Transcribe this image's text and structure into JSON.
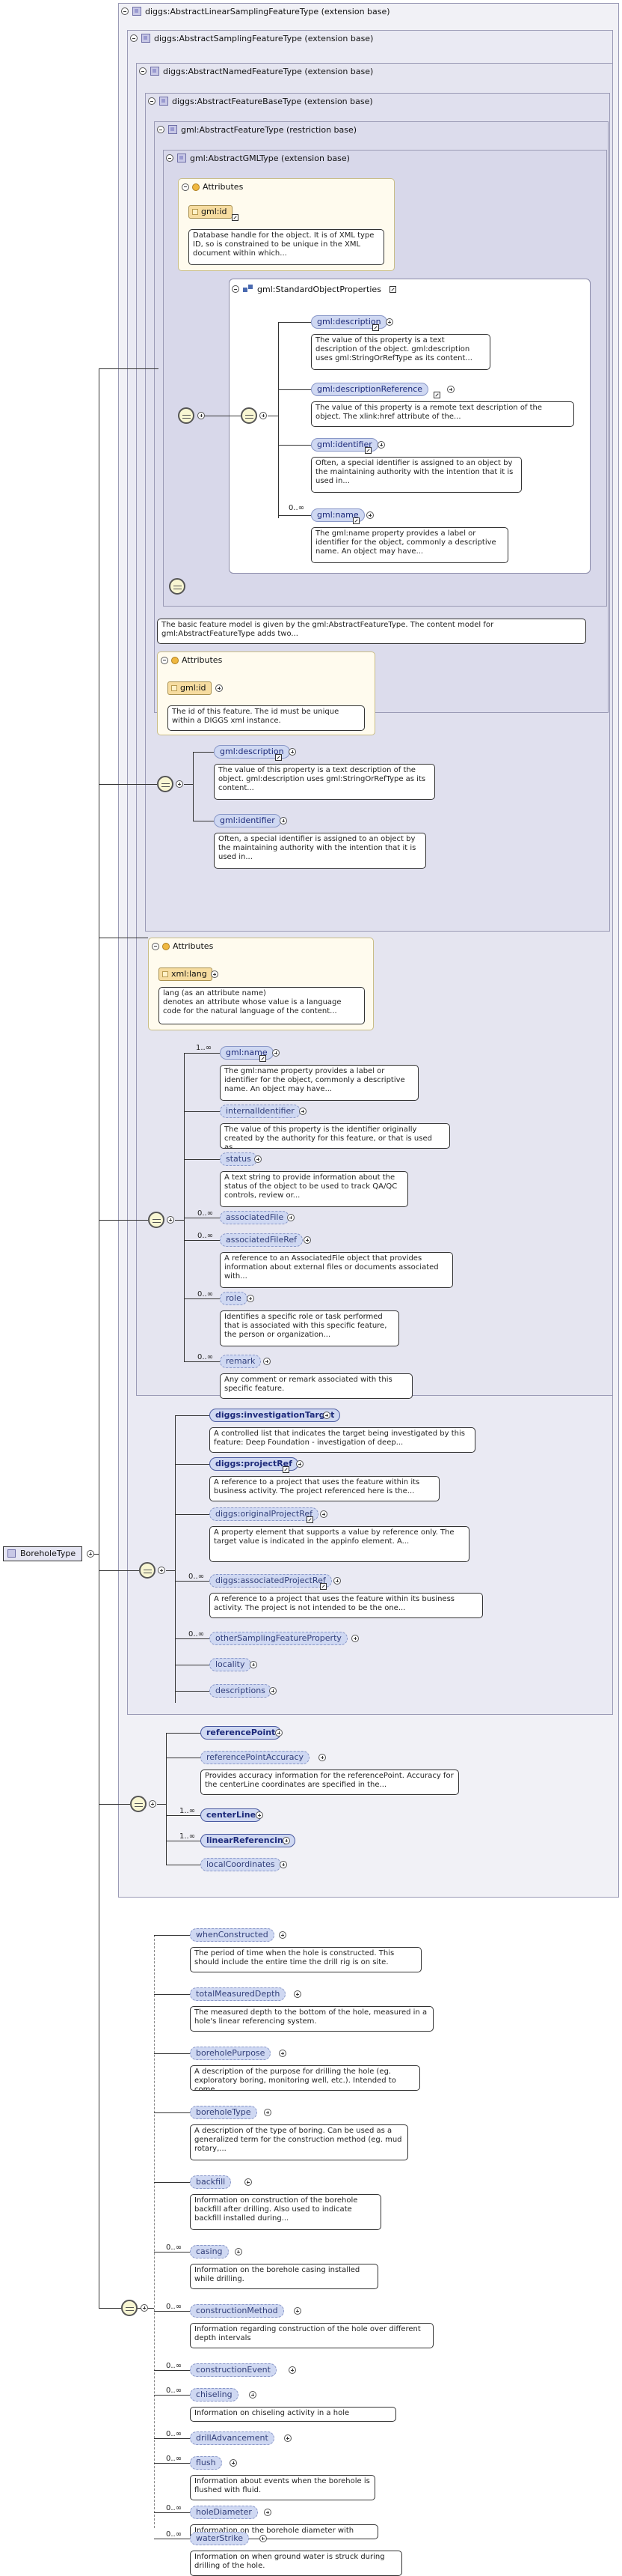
{
  "root": {
    "name": "BoreholeType"
  },
  "boxes": [
    "diggs:AbstractLinearSamplingFeatureType (extension base)",
    "diggs:AbstractSamplingFeatureType (extension base)",
    "diggs:AbstractNamedFeatureType (extension base)",
    "diggs:AbstractFeatureBaseType (extension base)",
    "gml:AbstractFeatureType (restriction base)",
    "gml:AbstractGMLType (extension base)",
    "gml:StandardObjectProperties"
  ],
  "attributes_label": "Attributes",
  "attrs": [
    {
      "name": "gml:id",
      "doc": "Database handle for the object. It is of XML type ID, so is constrained to be unique in the XML document within which..."
    },
    {
      "name": "gml:id",
      "doc": "The id of this feature. The id must be unique within a DIGGS xml instance."
    },
    {
      "name": "xml:lang",
      "doc": "lang (as an attribute name)\ndenotes an attribute whose value is a language code for the natural language of the content..."
    }
  ],
  "elements": [
    {
      "name": "gml:description",
      "doc": "The value of this property is a text description of the object. gml:description uses gml:StringOrRefType as its content..."
    },
    {
      "name": "gml:descriptionReference",
      "doc": "The value of this property is a remote text description of the object. The xlink:href attribute of the..."
    },
    {
      "name": "gml:identifier",
      "doc": "Often, a special identifier is assigned to an object by the maintaining authority with the intention that it is used in..."
    },
    {
      "name": "gml:name",
      "occ": "0..∞",
      "doc": "The gml:name property provides a label or identifier for the object, commonly a descriptive name. An object may have..."
    },
    {
      "name": "gml:description",
      "doc": "The value of this property is a text description of the object. gml:description uses gml:StringOrRefType as its content..."
    },
    {
      "name": "gml:identifier",
      "doc": "Often, a special identifier is assigned to an object by the maintaining authority with the intention that it is used in..."
    },
    {
      "name": "gml:name",
      "occ": "1..∞",
      "doc": "The gml:name property provides a label or identifier for the object, commonly a descriptive name. An object may have..."
    },
    {
      "name": "internalIdentifier",
      "doc": "The value of this property is the identifier originally created by the authority for this feature, or that is used as..."
    },
    {
      "name": "status",
      "doc": "A text string to provide information about the status of the object to be used to track QA/QC controls, review or..."
    },
    {
      "name": "associatedFile",
      "occ": "0..∞",
      "doc": ""
    },
    {
      "name": "associatedFileRef",
      "occ": "0..∞",
      "doc": "A reference to an AssociatedFile object that provides information about external files or documents associated with..."
    },
    {
      "name": "role",
      "occ": "0..∞",
      "doc": "Identifies a specific role or task performed that is associated with this specific feature, the person or organization..."
    },
    {
      "name": "remark",
      "occ": "0..∞",
      "doc": "Any comment or remark associated with this specific feature."
    },
    {
      "name": "diggs:investigationTarget",
      "doc": "A controlled list that indicates the target being investigated by this feature: Deep Foundation - investigation of deep..."
    },
    {
      "name": "diggs:projectRef",
      "doc": "A reference to a project that uses the feature within its business activity. The project referenced here is the..."
    },
    {
      "name": "diggs:originalProjectRef",
      "doc": "A property element that supports a value by reference only. The target value is indicated in the appinfo element. A..."
    },
    {
      "name": "diggs:associatedProjectRef",
      "occ": "0..∞",
      "doc": "A reference to a project that uses the feature within its business activity. The project is not intended to be the one..."
    },
    {
      "name": "otherSamplingFeatureProperty",
      "occ": "0..∞",
      "doc": ""
    },
    {
      "name": "locality",
      "doc": ""
    },
    {
      "name": "descriptions",
      "doc": ""
    },
    {
      "name": "referencePoint",
      "doc": ""
    },
    {
      "name": "referencePointAccuracy",
      "doc": "Provides accuracy information for the referencePoint. Accuracy for the centerLine coordinates are specified in the..."
    },
    {
      "name": "centerLine",
      "occ": "1..∞",
      "doc": ""
    },
    {
      "name": "linearReferencing",
      "occ": "1..∞",
      "doc": ""
    },
    {
      "name": "localCoordinates",
      "doc": ""
    },
    {
      "name": "whenConstructed",
      "doc": "The period of time when the hole is constructed. This should include the entire time the drill rig is on site."
    },
    {
      "name": "totalMeasuredDepth",
      "doc": "The measured depth to the bottom of the hole, measured in a hole's linear referencing system."
    },
    {
      "name": "boreholePurpose",
      "doc": "A description of the purpose for drilling the hole (eg. exploratory boring, monitoring well, etc.). Intended to come..."
    },
    {
      "name": "boreholeType",
      "doc": "A description of the type of boring. Can be used as a generalized term for the construction method (eg. mud rotary,..."
    },
    {
      "name": "backfill",
      "doc": "Information on construction of the borehole backfill after drilling. Also used to indicate backfill installed during..."
    },
    {
      "name": "casing",
      "occ": "0..∞",
      "doc": "Information on the borehole casing installed while drilling."
    },
    {
      "name": "constructionMethod",
      "occ": "0..∞",
      "doc": "Information regarding construction of the hole over different depth intervals"
    },
    {
      "name": "constructionEvent",
      "occ": "0..∞",
      "doc": ""
    },
    {
      "name": "chiseling",
      "occ": "0..∞",
      "doc": "Information on chiseling activity in a hole"
    },
    {
      "name": "drillAdvancement",
      "occ": "0..∞",
      "doc": ""
    },
    {
      "name": "flush",
      "occ": "0..∞",
      "doc": "Information about events when the borehole is flushed with fluid."
    },
    {
      "name": "holeDiameter",
      "occ": "0..∞",
      "doc": "Information on the borehole diameter with depth"
    },
    {
      "name": "waterStrike",
      "occ": "0..∞",
      "doc": "Information on when ground water is struck during drilling of the hole."
    }
  ],
  "summary_doc": "The basic feature model is given by the gml:AbstractFeatureType. The content model for gml:AbstractFeatureType adds two..."
}
